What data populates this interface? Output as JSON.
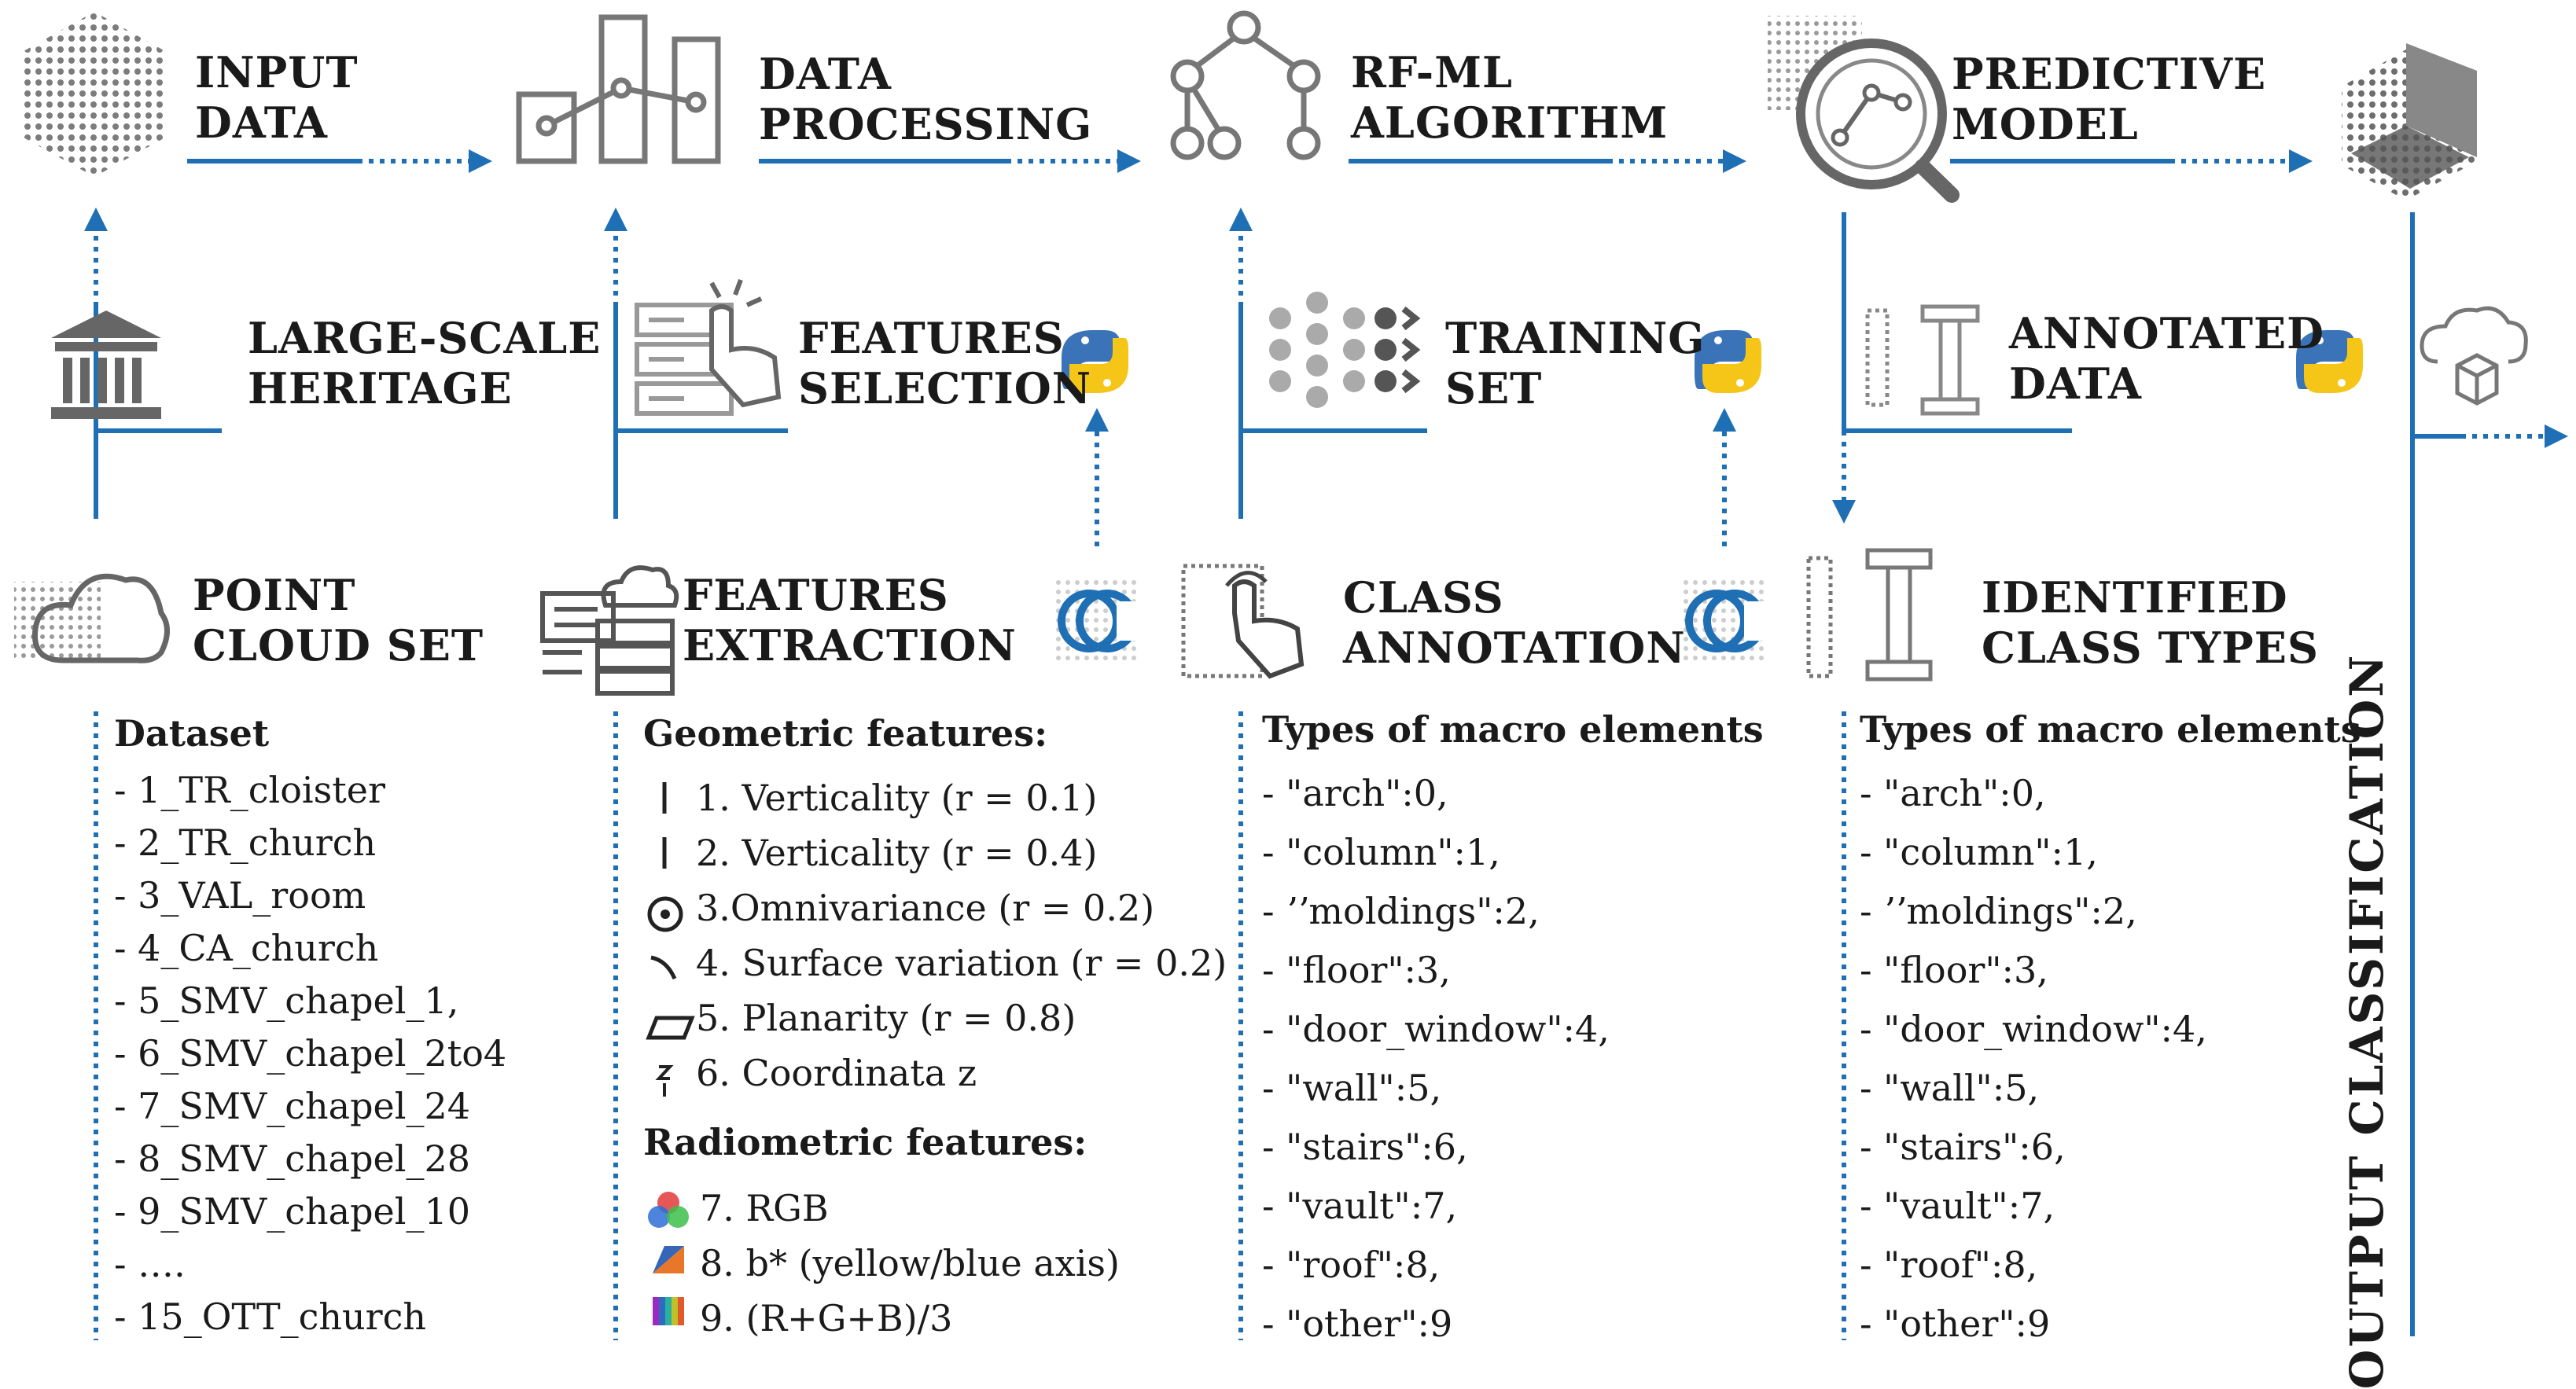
{
  "pipeline": {
    "input_data": [
      "INPUT",
      "DATA"
    ],
    "data_processing": [
      "DATA",
      "PROCESSING"
    ],
    "rf_ml": [
      "RF-ML",
      "ALGORITHM"
    ],
    "predictive_model": [
      "PREDICTIVE",
      "MODEL"
    ]
  },
  "mid": {
    "large_scale": [
      "LARGE-SCALE",
      "HERITAGE"
    ],
    "features_selection": [
      "FEATURES",
      "SELECTION"
    ],
    "training_set": [
      "TRAINING",
      "SET"
    ],
    "annotated_data": [
      "ANNOTATED",
      "DATA"
    ]
  },
  "bottom": {
    "point_cloud": [
      "POINT",
      "CLOUD SET"
    ],
    "features_extraction": [
      "FEATURES",
      "EXTRACTION"
    ],
    "class_annotation": [
      "CLASS",
      "ANNOTATION"
    ],
    "identified_types": [
      "IDENTIFIED",
      "CLASS TYPES"
    ]
  },
  "output_classification": "OUTPUT CLASSIFICATION",
  "dataset": {
    "title": "Dataset",
    "items": [
      "- 1_TR_cloister",
      "- 2_TR_church",
      "- 3_VAL_room",
      "- 4_CA_church",
      "- 5_SMV_chapel_1,",
      "- 6_SMV_chapel_2to4",
      "- 7_SMV_chapel_24",
      "- 8_SMV_chapel_28",
      "- 9_SMV_chapel_10",
      "- ….",
      "- 15_OTT_church"
    ]
  },
  "geometric": {
    "title": "Geometric features:",
    "items": [
      "1. Verticality  (r = 0.1)",
      "2. Verticality  (r = 0.4)",
      "3.Omnivariance (r = 0.2)",
      "4. Surface variation (r = 0.2)",
      "5. Planarity (r = 0.8)",
      "6. Coordinata z"
    ]
  },
  "radiometric": {
    "title": "Radiometric features:",
    "items": [
      "7. RGB",
      "8. b* (yellow/blue axis)",
      "9. (R+G+B)/3"
    ]
  },
  "macro_left": {
    "title": "Types of macro elements",
    "items": [
      "- \"arch\":0,",
      "- \"column\":1,",
      "- ʼʼmoldings\":2,",
      "- \"floor\":3,",
      "- \"door_window\":4,",
      "- \"wall\":5,",
      "- \"stairs\":6,",
      "-  \"vault\":7,",
      "- \"roof\":8,",
      "- \"other\":9"
    ]
  },
  "macro_right": {
    "title": "Types of macro elements",
    "items": [
      "- \"arch\":0,",
      "- \"column\":1,",
      "- ʼʼmoldings\":2,",
      "- \"floor\":3,",
      "- \"door_window\":4,",
      "- \"wall\":5,",
      "- \"stairs\":6,",
      "-  \"vault\":7,",
      "- \"roof\":8,",
      "- \"other\":9"
    ]
  },
  "colors": {
    "blue": "#1f6fb5",
    "grey": "#7a7a7a",
    "python_blue": "#3a73b8",
    "python_yellow": "#f5c518"
  }
}
